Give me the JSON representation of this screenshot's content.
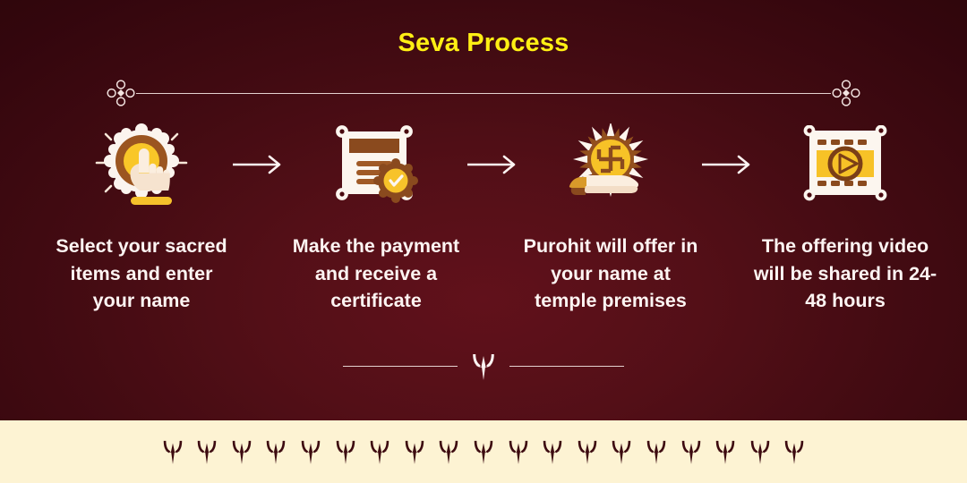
{
  "header": {
    "title": "Seva Process",
    "title_color": "#ffef14"
  },
  "theme": {
    "background_dark": "#35070e",
    "background_center": "#61111b",
    "accent_gold": "#f5b61c",
    "accent_brown": "#8a4a1e",
    "cream": "#fdf3d3",
    "text_white": "#fdf4f2"
  },
  "dividers": {
    "top": {
      "ornament": "knot-ornament",
      "line_color": "#f2e3e0"
    },
    "bottom": {
      "ornament": "trident-icon",
      "line_color": "#f3e6e3"
    }
  },
  "steps": [
    {
      "index": "1",
      "icon": "hand-click-sunburst-icon",
      "caption": "Select your sacred items and enter your name"
    },
    {
      "index": "2",
      "icon": "certificate-seal-icon",
      "caption": "Make the payment and receive a certificate"
    },
    {
      "index": "3",
      "icon": "hand-offering-lotus-swastika-icon",
      "caption": "Purohit will offer in your name at temple premises"
    },
    {
      "index": "4",
      "icon": "film-strip-play-icon",
      "caption": "The offering video will be shared in 24-48 hours"
    }
  ],
  "arrows": [
    {
      "icon": "arrow-right-icon"
    },
    {
      "icon": "arrow-right-icon"
    },
    {
      "icon": "arrow-right-icon"
    }
  ],
  "bottom_band": {
    "pattern_icon": "trident-icon",
    "count": 19,
    "background": "#fdf3d3",
    "glyph_color": "#3d0a10"
  }
}
